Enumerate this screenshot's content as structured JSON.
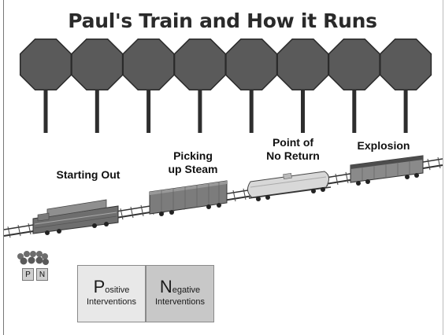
{
  "title": "Paul's Train and How it Runs",
  "stages": [
    {
      "lines": [
        "Starting Out"
      ]
    },
    {
      "lines": [
        "Picking",
        "up Steam"
      ]
    },
    {
      "lines": [
        "Point of",
        "No Return"
      ]
    },
    {
      "lines": [
        "Explosion"
      ]
    }
  ],
  "stop_sign_count": 8,
  "legend": {
    "p": "P",
    "n": "N"
  },
  "boxes": {
    "positive": {
      "initial": "P",
      "rest": "ositive",
      "line2": "Interventions"
    },
    "negative": {
      "initial": "N",
      "rest": "egative",
      "line2": "Interventions"
    }
  },
  "colors": {
    "sign": "#5a5a5a",
    "positive_box": "#e8e8e8",
    "negative_box": "#c8c8c8"
  }
}
